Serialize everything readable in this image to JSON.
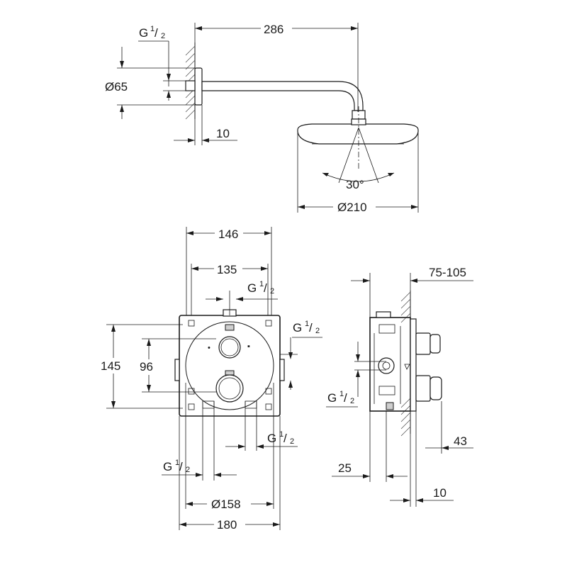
{
  "shower_head_view": {
    "arm_length": "286",
    "thread_prefix": "G",
    "thread_num": "1",
    "thread_den": "2",
    "flange_diameter": "Ø65",
    "wall_offset": "10",
    "spray_angle": "30°",
    "head_diameter": "Ø210"
  },
  "front_view": {
    "box_width": "146",
    "mount_width": "135",
    "box_height": "145",
    "spindle_spacing": "96",
    "cover_diameter": "Ø158",
    "plate_width": "180",
    "thread_top_prefix": "G",
    "thread_right_prefix": "G",
    "thread_bottom_right_prefix": "G",
    "thread_bottom_left_prefix": "G",
    "thread_num": "1",
    "thread_den": "2"
  },
  "side_view": {
    "install_depth": "75-105",
    "thread_prefix": "G",
    "thread_num": "1",
    "thread_den": "2",
    "inner_depth": "25",
    "knob_projection": "43",
    "plate_offset": "10"
  }
}
